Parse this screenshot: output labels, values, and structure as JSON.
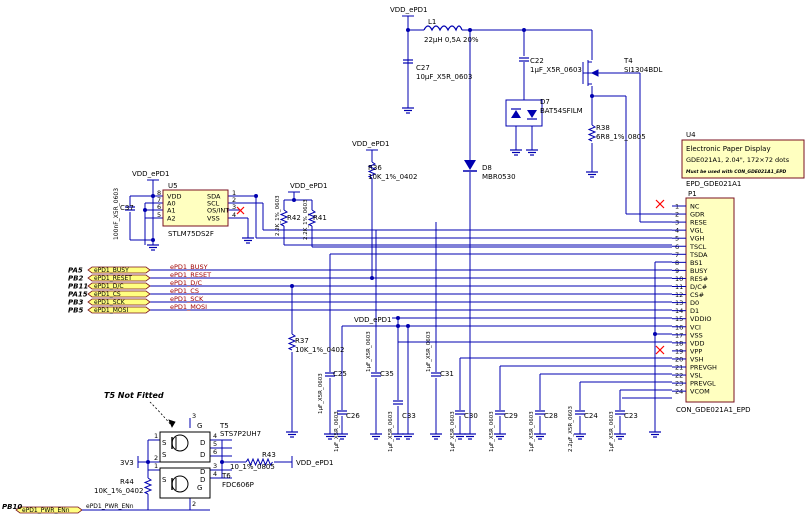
{
  "colors": {
    "wire": "#0000b0",
    "part_border": "#7a1020",
    "part_fill": "#ffffc0",
    "net_label": "#a00000",
    "port_fill": "#ffff80",
    "no_connect": "#ff0000",
    "text": "#000000"
  },
  "power": {
    "vdd_top": "VDD_ePD1",
    "vdd_mid": "VDD_ePD1",
    "vdd_r36": "VDD_ePD1",
    "vdd_u5": "VDD_ePD1",
    "vdd_pullup": "VDD_ePD1",
    "vdd_caps": "VDD_ePD1",
    "vdd_out": "VDD_ePD1",
    "v3v3": "3V3"
  },
  "components": {
    "L1": {
      "ref": "L1",
      "value": "22µH 0,5A 20%"
    },
    "C27": {
      "ref": "C27",
      "value": "10µF_X5R_0603"
    },
    "C22": {
      "ref": "C22",
      "value": "1µF_X5R_0603"
    },
    "T4": {
      "ref": "T4",
      "value": "SI1304BDL"
    },
    "D7": {
      "ref": "D7",
      "value": "BAT54SFILM"
    },
    "R38": {
      "ref": "R38",
      "value": "6R8_1%_0805"
    },
    "D8": {
      "ref": "D8",
      "value": "MBR0530"
    },
    "R36": {
      "ref": "R36",
      "value": "10K_1%_0402"
    },
    "U5": {
      "ref": "U5",
      "value": "STLM75DS2F",
      "pins_left": [
        "VDD",
        "A0",
        "A1",
        "A2"
      ],
      "pins_right": [
        "SDA",
        "SCL",
        "OS/INT",
        "VSS"
      ],
      "pinnums_left": [
        "8",
        "7",
        "6",
        "5"
      ],
      "pinnums_right": [
        "1",
        "2",
        "3",
        "4"
      ]
    },
    "C37": {
      "ref": "C37",
      "value": "100nF_X5R_0603"
    },
    "R42": {
      "ref": "R42",
      "value": "2.2K_1%_0603"
    },
    "R41": {
      "ref": "R41",
      "value": "2.2K_1%_0603"
    },
    "R37": {
      "ref": "R37",
      "value": "10K_1%_0402"
    },
    "C25": {
      "ref": "C25",
      "value": "1µF_X5R_0603"
    },
    "C26": {
      "ref": "C26",
      "value": "1µF_X5R_0603"
    },
    "C35": {
      "ref": "C35",
      "value": "1µF_X5R_0603"
    },
    "C33": {
      "ref": "C33",
      "value": "1µF_X5R_0603"
    },
    "C31": {
      "ref": "C31",
      "value": "1µF_X5R_0603"
    },
    "C30": {
      "ref": "C30",
      "value": "1µF_X5R_0603"
    },
    "C29": {
      "ref": "C29",
      "value": "1µF_X5R_0603"
    },
    "C28": {
      "ref": "C28",
      "value": "1µF_X5R_0603"
    },
    "C24": {
      "ref": "C24",
      "value": "2.2µF_X5R_0603"
    },
    "C23": {
      "ref": "C23",
      "value": "1µF_X5R_0603"
    },
    "T5": {
      "ref": "T5",
      "value": "STS7P2UH7",
      "note": "T5 Not Fitted"
    },
    "T6": {
      "ref": "T6",
      "value": "FDC606P"
    },
    "R43": {
      "ref": "R43",
      "value": "10_1%_0805"
    },
    "R44": {
      "ref": "R44",
      "value": "10K_1%_0402"
    },
    "U4": {
      "ref": "U4",
      "line1": "Electronic Paper Display",
      "line2": "GDE021A1, 2.04\", 172×72 dots",
      "line3": "Must be used with CON_GDE021A1_EPD",
      "value": "EPD_GDE021A1"
    },
    "P1": {
      "ref": "P1",
      "value": "CON_GDE021A1_EPD",
      "pins": [
        "NC",
        "GDR",
        "RESE",
        "VGL",
        "VGH",
        "TSCL",
        "TSDA",
        "BS1",
        "BUSY",
        "RES#",
        "D/C#",
        "CS#",
        "D0",
        "D1",
        "VDDIO",
        "VCI",
        "VSS",
        "VDD",
        "VPP",
        "VSH",
        "PREVGH",
        "VSL",
        "PREVGL",
        "VCOM"
      ],
      "pinnums": [
        "1",
        "2",
        "3",
        "4",
        "5",
        "6",
        "7",
        "8",
        "9",
        "10",
        "11",
        "12",
        "13",
        "14",
        "15",
        "16",
        "17",
        "18",
        "19",
        "20",
        "21",
        "22",
        "23",
        "24"
      ]
    }
  },
  "ports": [
    {
      "pin": "PA5",
      "port": "ePD1_BUSY",
      "net": "ePD1_BUSY"
    },
    {
      "pin": "PB2",
      "port": "ePD1_RESET",
      "net": "ePD1_RESET"
    },
    {
      "pin": "PB11",
      "port": "ePD1_D/C",
      "net": "ePD1_D/C"
    },
    {
      "pin": "PA15",
      "port": "ePD1_CS",
      "net": "ePD1_CS"
    },
    {
      "pin": "PB3",
      "port": "ePD1_SCK",
      "net": "ePD1_SCK"
    },
    {
      "pin": "PB5",
      "port": "ePD1_MOSI",
      "net": "ePD1_MOSI"
    }
  ],
  "pwr_port": {
    "pin": "PB10",
    "port": "ePD1_PWR_ENn",
    "net": "ePD1_PWR_ENn"
  },
  "t5_pins": {
    "s1": "S",
    "s2": "S",
    "g": "G",
    "d1": "D",
    "d2": "D",
    "n1": "1",
    "n2": "2",
    "n3": "3",
    "n4": "4",
    "n5": "5",
    "n6": "6"
  },
  "t6_pins": {
    "s1": "S",
    "g": "G",
    "d1": "D",
    "d2": "D",
    "n1": "1",
    "n2": "2",
    "n3": "3",
    "n4": "4"
  }
}
